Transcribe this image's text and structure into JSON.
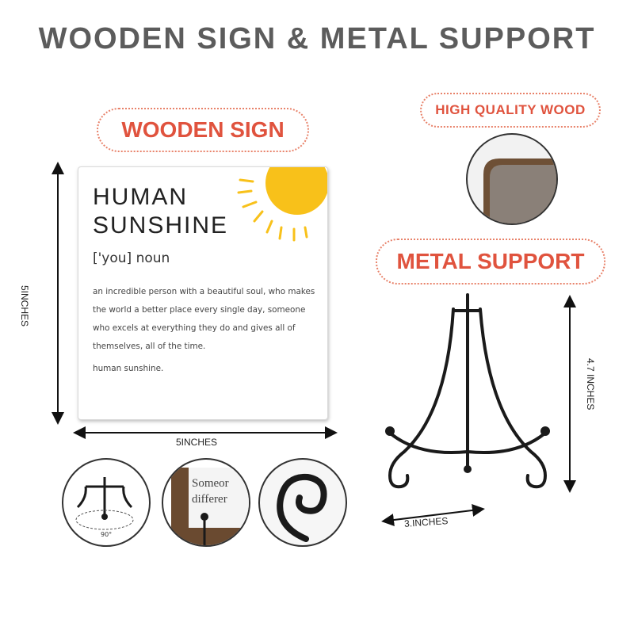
{
  "main_title": "WOODEN SIGN & METAL SUPPORT",
  "labels": {
    "wooden_sign": "WOODEN SIGN",
    "high_quality_wood": "HIGH QUALITY WOOD",
    "metal_support": "METAL SUPPORT"
  },
  "sign": {
    "title": "HUMAN\nSUNSHINE",
    "pronunciation": "['you] noun",
    "definition": "an incredible person with a beautiful soul, who makes the world a better place every single day, someone who excels at everything they do and gives all of themselves, all of the time.",
    "footer": "human sunshine."
  },
  "dimensions": {
    "sign_height": "5INCHES",
    "sign_width": "5INCHES",
    "stand_height": "4.7 INCHES",
    "stand_width": "3.INCHES"
  },
  "details": {
    "angle": "90°",
    "frame_text": "Someor\ndifferer"
  },
  "colors": {
    "title_gray": "#5c5c5c",
    "accent_red": "#e0533e",
    "sun_yellow": "#f8c11a",
    "wood_brown": "#7a5a3c",
    "metal_black": "#1a1a1a"
  }
}
